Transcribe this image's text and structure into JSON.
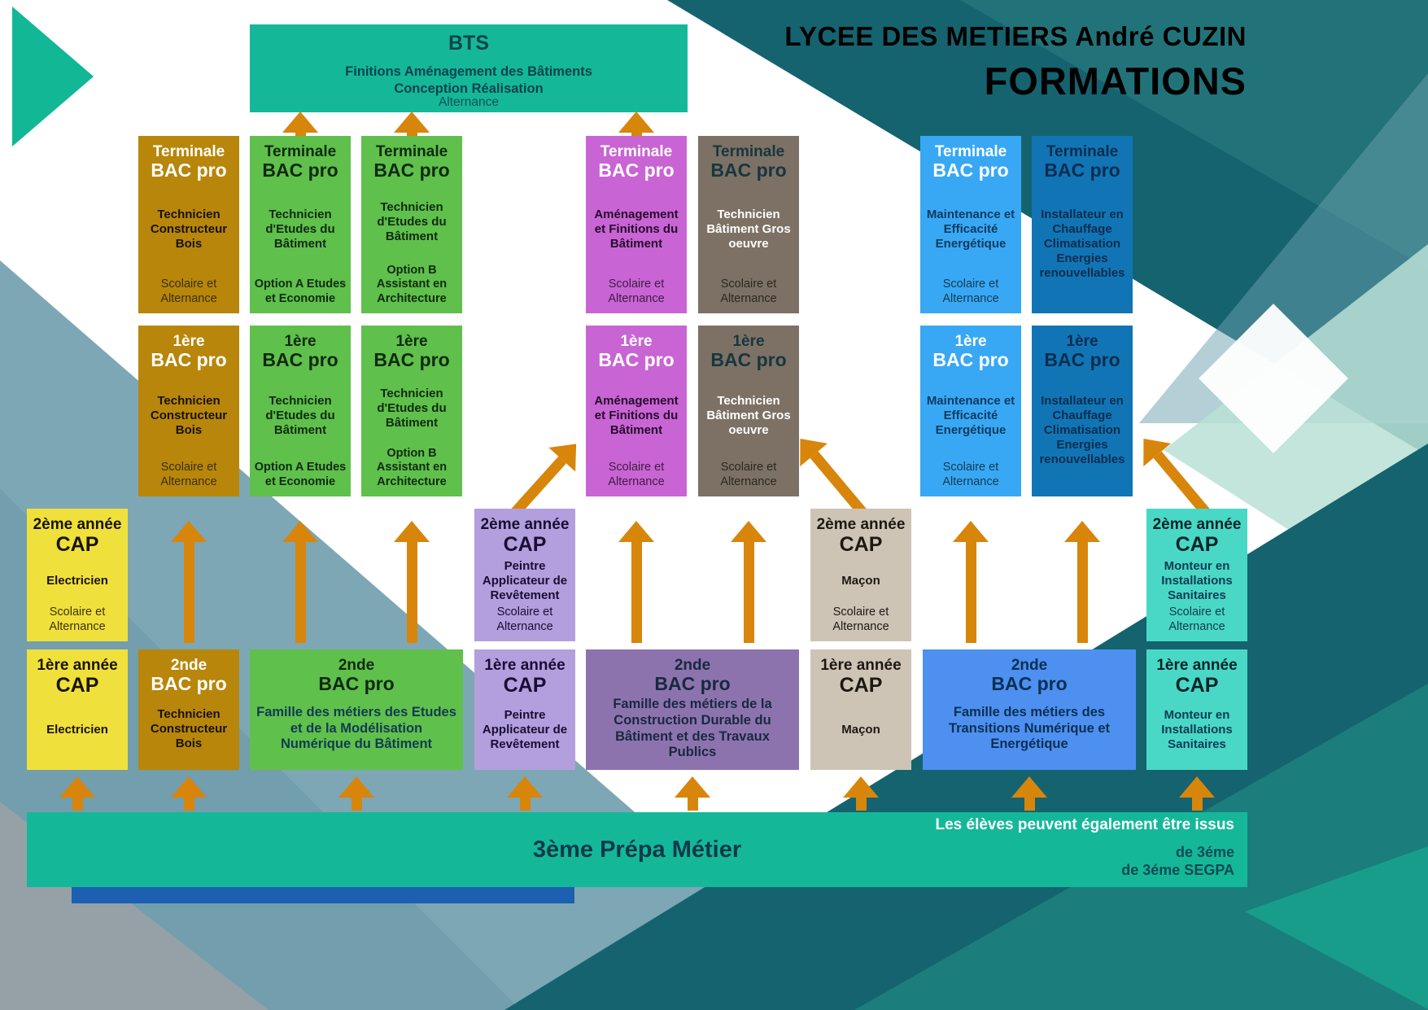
{
  "header": {
    "school": "LYCEE DES METIERS André CUZIN",
    "title": "FORMATIONS"
  },
  "bts": {
    "title": "BTS",
    "body": "Finitions Aménagement des Bâtiments Conception Réalisation",
    "mode": "Alternance"
  },
  "terminale": {
    "bois": {
      "line1": "Terminale",
      "line2": "BAC pro",
      "body": "Technicien Constructeur Bois",
      "mode": "Scolaire et Alternance"
    },
    "etudes_a": {
      "line1": "Terminale",
      "line2": "BAC pro",
      "body": "Technicien d'Etudes du Bâtiment",
      "note": "Option A Etudes et Economie"
    },
    "etudes_b": {
      "line1": "Terminale",
      "line2": "BAC pro",
      "body": "Technicien d'Etudes du Bâtiment",
      "note": "Option B Assistant en Architecture"
    },
    "amenagement": {
      "line1": "Terminale",
      "line2": "BAC pro",
      "body": "Aménagement et Finitions du Bâtiment",
      "mode": "Scolaire et Alternance"
    },
    "gros_oeuvre": {
      "line1": "Terminale",
      "line2": "BAC pro",
      "body": "Technicien Bâtiment Gros oeuvre",
      "mode": "Scolaire et Alternance"
    },
    "maintenance": {
      "line1": "Terminale",
      "line2": "BAC pro",
      "body": "Maintenance et Efficacité Energétique",
      "mode": "Scolaire et Alternance"
    },
    "chauffage": {
      "line1": "Terminale",
      "line2": "BAC pro",
      "body": "Installateur en Chauffage Climatisation Energies renouvellables"
    }
  },
  "premiere": {
    "bois": {
      "line1": "1ère",
      "line2": "BAC pro",
      "body": "Technicien Constructeur Bois",
      "mode": "Scolaire et Alternance"
    },
    "etudes_a": {
      "line1": "1ère",
      "line2": "BAC pro",
      "body": "Technicien d'Etudes du Bâtiment",
      "note": "Option A Etudes et Economie"
    },
    "etudes_b": {
      "line1": "1ère",
      "line2": "BAC pro",
      "body": "Technicien d'Etudes du Bâtiment",
      "note": "Option B Assistant en Architecture"
    },
    "amenagement": {
      "line1": "1ère",
      "line2": "BAC pro",
      "body": "Aménagement et Finitions du Bâtiment",
      "mode": "Scolaire et Alternance"
    },
    "gros_oeuvre": {
      "line1": "1ère",
      "line2": "BAC pro",
      "body": "Technicien Bâtiment Gros oeuvre",
      "mode": "Scolaire et Alternance"
    },
    "maintenance": {
      "line1": "1ère",
      "line2": "BAC pro",
      "body": "Maintenance et Efficacité Energétique",
      "mode": "Scolaire et Alternance"
    },
    "chauffage": {
      "line1": "1ère",
      "line2": "BAC pro",
      "body": "Installateur en Chauffage Climatisation Energies renouvellables"
    }
  },
  "cap2": {
    "electricien": {
      "line1": "2ème année",
      "line2": "CAP",
      "body": "Electricien",
      "mode": "Scolaire et Alternance"
    },
    "peintre": {
      "line1": "2ème année",
      "line2": "CAP",
      "body": "Peintre Applicateur de Revêtement",
      "mode": "Scolaire et Alternance"
    },
    "macon": {
      "line1": "2ème année",
      "line2": "CAP",
      "body": "Maçon",
      "mode": "Scolaire et Alternance"
    },
    "monteur": {
      "line1": "2ème année",
      "line2": "CAP",
      "body": "Monteur en Installations Sanitaires",
      "mode": "Scolaire et Alternance"
    }
  },
  "seconde": {
    "cap1_electricien": {
      "line1": "1ère année",
      "line2": "CAP",
      "body": "Electricien"
    },
    "bois": {
      "line1": "2nde",
      "line2": "BAC pro",
      "body": "Technicien Constructeur Bois"
    },
    "etudes": {
      "line1": "2nde",
      "line2": "BAC pro",
      "body": "Famille des métiers des Etudes et de la Modélisation Numérique du Bâtiment"
    },
    "cap1_peintre": {
      "line1": "1ère année",
      "line2": "CAP",
      "body": "Peintre Applicateur de Revêtement"
    },
    "construction": {
      "line1": "2nde",
      "line2": "BAC pro",
      "body": "Famille des métiers de la Construction Durable du Bâtiment et des Travaux Publics"
    },
    "cap1_macon": {
      "line1": "1ère année",
      "line2": "CAP",
      "body": "Maçon"
    },
    "transitions": {
      "line1": "2nde",
      "line2": "BAC pro",
      "body": "Famille des métiers des Transitions Numérique et Energétique"
    },
    "cap1_monteur": {
      "line1": "1ère année",
      "line2": "CAP",
      "body": "Monteur en Installations Sanitaires"
    }
  },
  "footer": {
    "bar": "3ème Prépa Métier",
    "note1": "Les élèves peuvent également être issus",
    "note2": "de 3éme",
    "note3": "de 3éme SEGPA"
  },
  "colors": {
    "teal": "#14b899",
    "gold": "#b8860b",
    "green": "#5fc04c",
    "magenta": "#c964d4",
    "taupe": "#7c7164",
    "light_blue": "#38a8f5",
    "dark_blue": "#1175b5",
    "yellow": "#f0e03c",
    "light_purple": "#b39fdd",
    "beige": "#cdc4b6",
    "turquoise": "#49d8c6",
    "purple": "#8d73ae",
    "blue": "#4d90f0",
    "arrow_orange": "#d8850c"
  }
}
